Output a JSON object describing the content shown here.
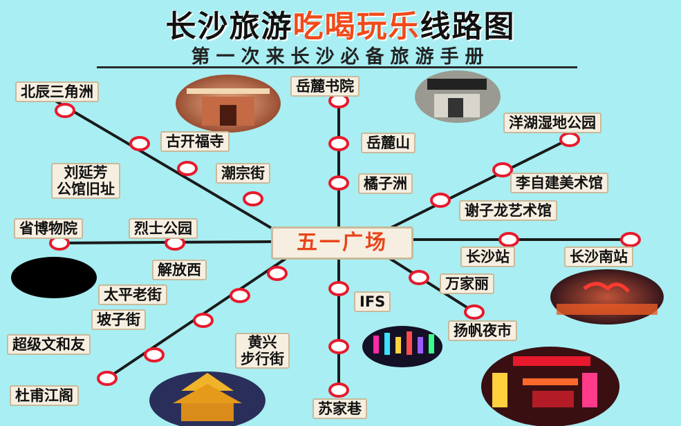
{
  "header": {
    "title_a": "长沙旅游",
    "title_b": "吃喝玩乐",
    "title_c": "线路图",
    "subtitle": "第一次来长沙必备旅游手册"
  },
  "hub": "五一广场",
  "stations": {
    "beichen": "北辰三角洲",
    "gukai": "古开福寺",
    "liuyanfang": [
      "刘延芳",
      "公馆旧址"
    ],
    "chaozong": "潮宗街",
    "shengbowuyuan": "省博物院",
    "lieshi": "烈士公园",
    "yuelu_shuyuan": "岳麓书院",
    "yuelushan": "岳麓山",
    "juzizhou": "橘子洲",
    "yanghu": "洋湖湿地公园",
    "lizijian": "李自建美术馆",
    "xiezilong": "谢子龙艺术馆",
    "changshazhan": "长沙站",
    "changshananzhan": "长沙南站",
    "jiefangxi": "解放西",
    "taiping": "太平老街",
    "pozijie": "坡子街",
    "chaoji": "超级文和友",
    "dufujiang": "杜甫江阁",
    "ifs": "IFS",
    "huangxing": [
      "黄兴",
      "步行街"
    ],
    "sujiaxiang": "苏家巷",
    "wanjiali": "万家丽",
    "yangfan": "扬帆夜市"
  },
  "colors": {
    "background": "#a8eef2",
    "route_line": "#1a1a1a",
    "node_stroke": "#e8192c",
    "node_fill": "#ffffff",
    "title_accent": "#f04a1a",
    "hub_text": "#e8451b"
  },
  "photos": [
    {
      "icon": "temple-gate-photo"
    },
    {
      "icon": "academy-gate-photo"
    },
    {
      "icon": "night-sign-photo"
    },
    {
      "icon": "neon-street-photo"
    },
    {
      "icon": "night-market-photo"
    },
    {
      "icon": "pavilion-photo"
    },
    {
      "icon": "blacked-out-photo"
    }
  ]
}
